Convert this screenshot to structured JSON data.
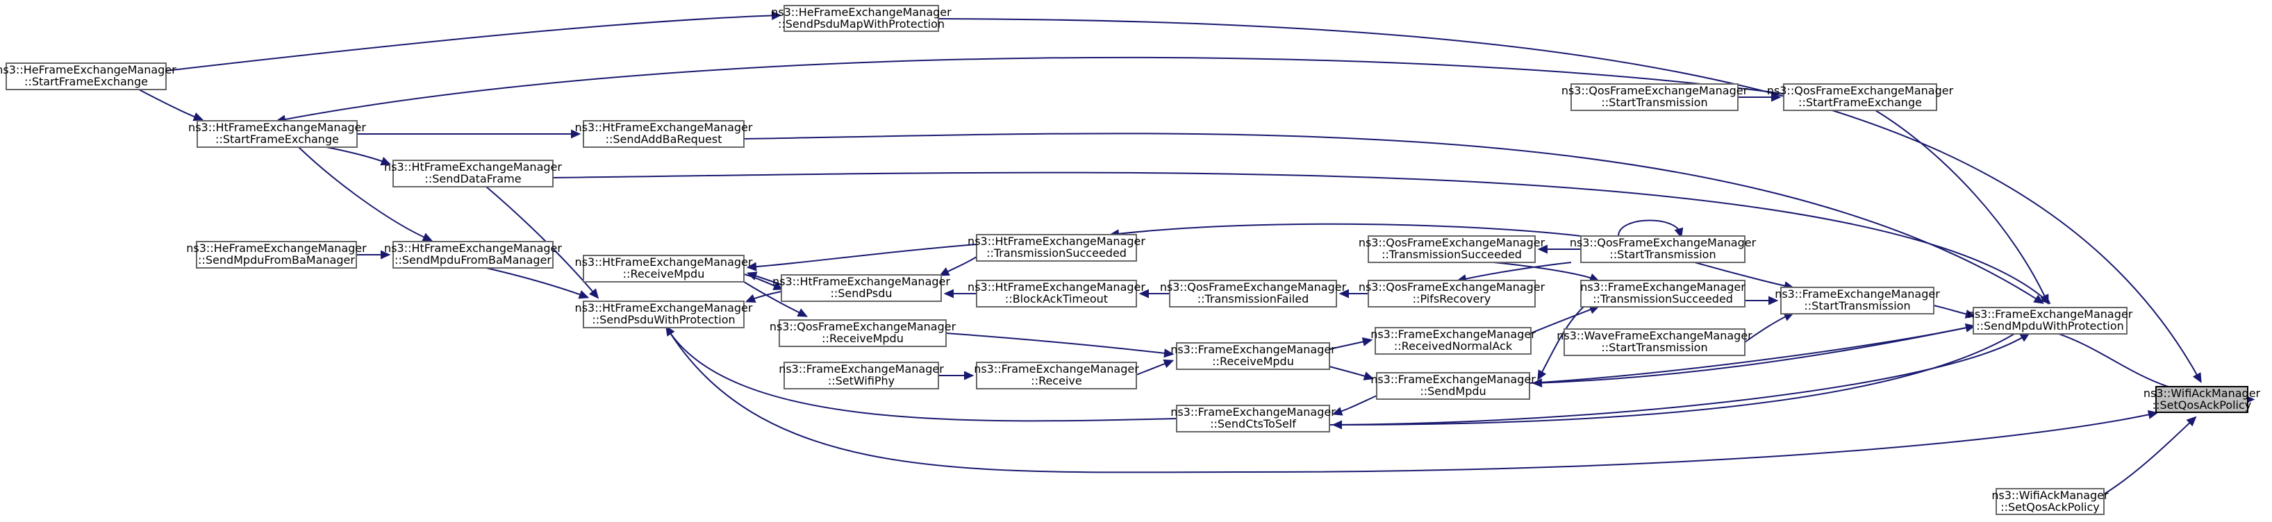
{
  "nodes": [
    {
      "id": "n0",
      "line1": "ns3::WifiAckManager",
      "line2": "::SetQosAckPolicy",
      "focus": true
    },
    {
      "id": "n1",
      "line1": "ns3::FrameExchangeManager",
      "line2": "::SendMpduWithProtection"
    },
    {
      "id": "n2",
      "line1": "ns3::HeFrameExchangeManager",
      "line2": "::SendPsduMapWithProtection"
    },
    {
      "id": "n3",
      "line1": "ns3::HtFrameExchangeManager",
      "line2": "::SendPsduWithProtection"
    },
    {
      "id": "n4",
      "line1": "ns3::WifiAckManager",
      "line2": "::SetQosAckPolicy"
    },
    {
      "id": "n5",
      "line1": "ns3::FrameExchangeManager",
      "line2": "::StartTransmission"
    },
    {
      "id": "n6",
      "line1": "ns3::HtFrameExchangeManager",
      "line2": "::SendAddBaRequest"
    },
    {
      "id": "n7",
      "line1": "ns3::HtFrameExchangeManager",
      "line2": "::SendDataFrame"
    },
    {
      "id": "n8",
      "line1": "ns3::QosFrameExchangeManager",
      "line2": "::StartFrameExchange"
    },
    {
      "id": "n9",
      "line1": "ns3::FrameExchangeManager",
      "line2": "::SendMpdu"
    },
    {
      "id": "n10",
      "line1": "ns3::FrameExchangeManager",
      "line2": "::SendCtsToSelf"
    },
    {
      "id": "n11",
      "line1": "ns3::HeFrameExchangeManager",
      "line2": "::StartFrameExchange"
    },
    {
      "id": "n12",
      "line1": "ns3::HtFrameExchangeManager",
      "line2": "::StartFrameExchange"
    },
    {
      "id": "n13",
      "line1": "ns3::HtFrameExchangeManager",
      "line2": "::SendMpduFromBaManager"
    },
    {
      "id": "n14",
      "line1": "ns3::HtFrameExchangeManager",
      "line2": "::SendPsdu"
    },
    {
      "id": "n15",
      "line1": "ns3::HtFrameExchangeManager",
      "line2": "::ReceiveMpdu"
    },
    {
      "id": "n16",
      "line1": "ns3::HeFrameExchangeManager",
      "line2": "::SendMpduFromBaManager"
    },
    {
      "id": "n17",
      "line1": "ns3::HtFrameExchangeManager",
      "line2": "::BlockAckTimeout"
    },
    {
      "id": "n18",
      "line1": "ns3::QosFrameExchangeManager",
      "line2": "::TransmissionFailed"
    },
    {
      "id": "n19",
      "line1": "ns3::QosFrameExchangeManager",
      "line2": "::PifsRecovery"
    },
    {
      "id": "n20",
      "line1": "ns3::QosFrameExchangeManager",
      "line2": "::StartTransmission"
    },
    {
      "id": "n21",
      "line1": "ns3::FrameExchangeManager",
      "line2": "::TransmissionSucceeded"
    },
    {
      "id": "n22",
      "line1": "ns3::FrameExchangeManager",
      "line2": "::ReceivedNormalAck"
    },
    {
      "id": "n23",
      "line1": "ns3::FrameExchangeManager",
      "line2": "::ReceiveMpdu"
    },
    {
      "id": "n24",
      "line1": "ns3::QosFrameExchangeManager",
      "line2": "::ReceiveMpdu"
    },
    {
      "id": "n25",
      "line1": "ns3::FrameExchangeManager",
      "line2": "::Receive"
    },
    {
      "id": "n26",
      "line1": "ns3::FrameExchangeManager",
      "line2": "::SetWifiPhy"
    },
    {
      "id": "n27",
      "line1": "ns3::QosFrameExchangeManager",
      "line2": "::TransmissionSucceeded"
    },
    {
      "id": "n28",
      "line1": "ns3::HtFrameExchangeManager",
      "line2": "::TransmissionSucceeded"
    },
    {
      "id": "n29",
      "line1": "ns3::WaveFrameExchangeManager",
      "line2": "::StartTransmission"
    },
    {
      "id": "n30",
      "line1": "ns3::QosFrameExchangeManager",
      "line2": "::StartTransmission"
    }
  ],
  "edges": [
    {
      "from": "n1",
      "to": "n0"
    },
    {
      "from": "n2",
      "to": "n0"
    },
    {
      "from": "n3",
      "to": "n0"
    },
    {
      "from": "n4",
      "to": "n0"
    },
    {
      "from": "n5",
      "to": "n1"
    },
    {
      "from": "n6",
      "to": "n1"
    },
    {
      "from": "n7",
      "to": "n1"
    },
    {
      "from": "n8",
      "to": "n1"
    },
    {
      "from": "n9",
      "to": "n1"
    },
    {
      "from": "n10",
      "to": "n1"
    },
    {
      "from": "n11",
      "to": "n2"
    },
    {
      "from": "n12",
      "to": "n7"
    },
    {
      "from": "n12",
      "to": "n6"
    },
    {
      "from": "n12",
      "to": "n13"
    },
    {
      "from": "n7",
      "to": "n3"
    },
    {
      "from": "n13",
      "to": "n3"
    },
    {
      "from": "n14",
      "to": "n3"
    },
    {
      "from": "n15",
      "to": "n3"
    },
    {
      "from": "n16",
      "to": "n13"
    },
    {
      "from": "n17",
      "to": "n14"
    },
    {
      "from": "n28",
      "to": "n14"
    },
    {
      "from": "n10",
      "to": "n3"
    },
    {
      "from": "n11",
      "to": "n12"
    },
    {
      "from": "n8",
      "to": "n12"
    },
    {
      "from": "n30",
      "to": "n8"
    },
    {
      "from": "n20",
      "to": "n8"
    },
    {
      "from": "n20",
      "to": "n5"
    },
    {
      "from": "n21",
      "to": "n5"
    },
    {
      "from": "n29",
      "to": "n5"
    },
    {
      "from": "n18",
      "to": "n17"
    },
    {
      "from": "n19",
      "to": "n18"
    },
    {
      "from": "n20",
      "to": "n19"
    },
    {
      "from": "n20",
      "to": "n27"
    },
    {
      "from": "n20",
      "to": "n28"
    },
    {
      "from": "n20",
      "to": "n20"
    },
    {
      "from": "n27",
      "to": "n21"
    },
    {
      "from": "n22",
      "to": "n21"
    },
    {
      "from": "n23",
      "to": "n22"
    },
    {
      "from": "n25",
      "to": "n23"
    },
    {
      "from": "n26",
      "to": "n25"
    },
    {
      "from": "n24",
      "to": "n23"
    },
    {
      "from": "n15",
      "to": "n24"
    },
    {
      "from": "n14",
      "to": "n15"
    },
    {
      "from": "n23",
      "to": "n9"
    },
    {
      "from": "n9",
      "to": "n10"
    },
    {
      "from": "n21",
      "to": "n9"
    },
    {
      "from": "n1",
      "to": "n9"
    },
    {
      "from": "n1",
      "to": "n10"
    },
    {
      "from": "n28",
      "to": "n15"
    }
  ]
}
